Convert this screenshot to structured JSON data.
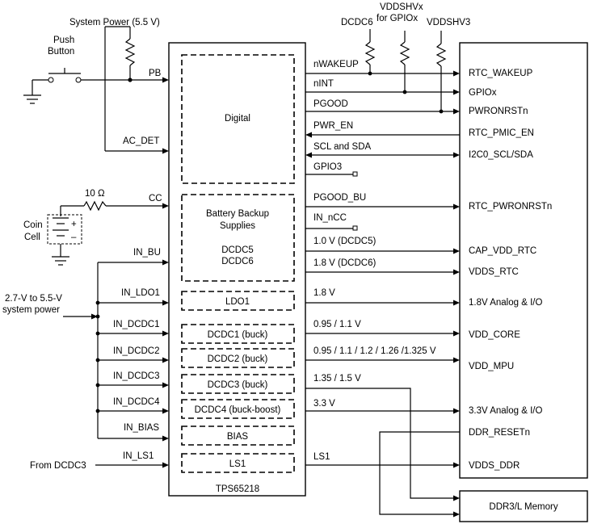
{
  "left": {
    "system_power": "System Power (5.5 V)",
    "push_button_1": "Push",
    "push_button_2": "Button",
    "pb": "PB",
    "ac_det": "AC_DET",
    "resistor": "10 Ω",
    "cc": "CC",
    "coin_1": "Coin",
    "coin_2": "Cell",
    "plus": "+",
    "minus": "–",
    "in_bu": "IN_BU",
    "in_ldo1": "IN_LDO1",
    "sys_power_1": "2.7-V to 5.5-V",
    "sys_power_2": "system power",
    "in_dcdc1": "IN_DCDC1",
    "in_dcdc2": "IN_DCDC2",
    "in_dcdc3": "IN_DCDC3",
    "in_dcdc4": "IN_DCDC4",
    "in_bias": "IN_BIAS",
    "in_ls1": "IN_LS1",
    "from_dcdc3": "From DCDC3"
  },
  "chip": {
    "name": "TPS65218",
    "digital": "Digital",
    "battery_1": "Battery Backup",
    "battery_2": "Supplies",
    "dcdc5": "DCDC5",
    "dcdc6": "DCDC6",
    "ldo1": "LDO1",
    "dcdc1": "DCDC1 (buck)",
    "dcdc2": "DCDC2 (buck)",
    "dcdc3": "DCDC3 (buck)",
    "dcdc4": "DCDC4 (buck-boost)",
    "bias": "BIAS",
    "ls1": "LS1"
  },
  "top": {
    "dcdc6": "DCDC6",
    "vddshvx_1": "VDDSHVx",
    "vddshvx_2": "for GPIOx",
    "vddshv3": "VDDSHV3"
  },
  "signals": {
    "nwakeup": "nWAKEUP",
    "nint": "nINT",
    "pgood": "PGOOD",
    "pwr_en": "PWR_EN",
    "scl_sda": "SCL and SDA",
    "gpio3": "GPIO3",
    "pgood_bu": "PGOOD_BU",
    "in_ncc": "IN_nCC",
    "v_dcdc5": "1.0 V (DCDC5)",
    "v_dcdc6": "1.8 V (DCDC6)",
    "v_ldo1": "1.8 V",
    "v_dcdc1": "0.95 / 1.1 V",
    "v_dcdc2": "0.95 / 1.1 / 1.2 / 1.26 /1.325 V",
    "v_dcdc3": "1.35 / 1.5 V",
    "v_dcdc4": "3.3 V",
    "v_ls1": "LS1"
  },
  "soc": {
    "rtc_wakeup": "RTC_WAKEUP",
    "gpiox": "GPIOx",
    "pwronrstn": "PWRONRSTn",
    "rtc_pmic_en": "RTC_PMIC_EN",
    "i2c": "I2C0_SCL/SDA",
    "rtc_pwronrstn": "RTC_PWRONRSTn",
    "cap_vdd_rtc": "CAP_VDD_RTC",
    "vdds_rtc": "VDDS_RTC",
    "analog_18": "1.8V Analog & I/O",
    "vdd_core": "VDD_CORE",
    "vdd_mpu": "VDD_MPU",
    "analog_33": "3.3V Analog & I/O",
    "ddr_resetn": "DDR_RESETn",
    "vdds_ddr": "VDDS_DDR"
  },
  "memory": {
    "label": "DDR3/L Memory"
  }
}
